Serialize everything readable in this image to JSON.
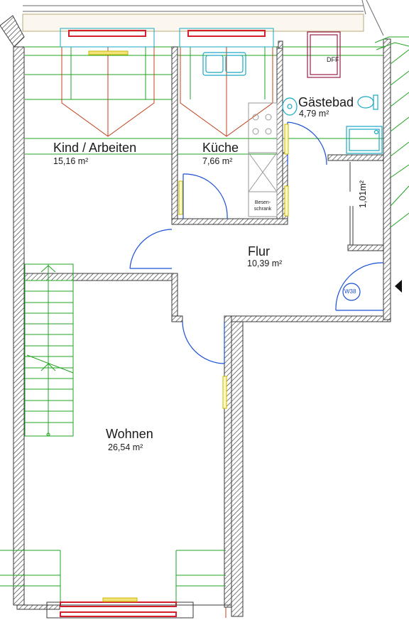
{
  "rooms": [
    {
      "id": "kind",
      "name": "Kind / Arbeiten",
      "area": "15,16 m²"
    },
    {
      "id": "kueche",
      "name": "Küche",
      "area": "7,66 m²"
    },
    {
      "id": "gastebad",
      "name": "Gästebad",
      "area": "4,79 m²"
    },
    {
      "id": "flur",
      "name": "Flur",
      "area": "10,39 m²"
    },
    {
      "id": "wohnen",
      "name": "Wohnen",
      "area": "26,54 m²"
    },
    {
      "id": "abstell",
      "name": "",
      "area": "1,01m²"
    }
  ],
  "fixtures": {
    "besenschrank_line1": "Besen-",
    "besenschrank_line2": "schrank",
    "dff": "DFF",
    "w38": "W38"
  },
  "colors": {
    "wall_hatch": "#3a3a3a",
    "stairs": "#1fa31f",
    "dormer": "#c0401a",
    "window_red": "#d4202a",
    "sanitary": "#19a9c4",
    "door": "#1a4fd6",
    "radiator": "#c9b800",
    "dff": "#9a1e48"
  }
}
